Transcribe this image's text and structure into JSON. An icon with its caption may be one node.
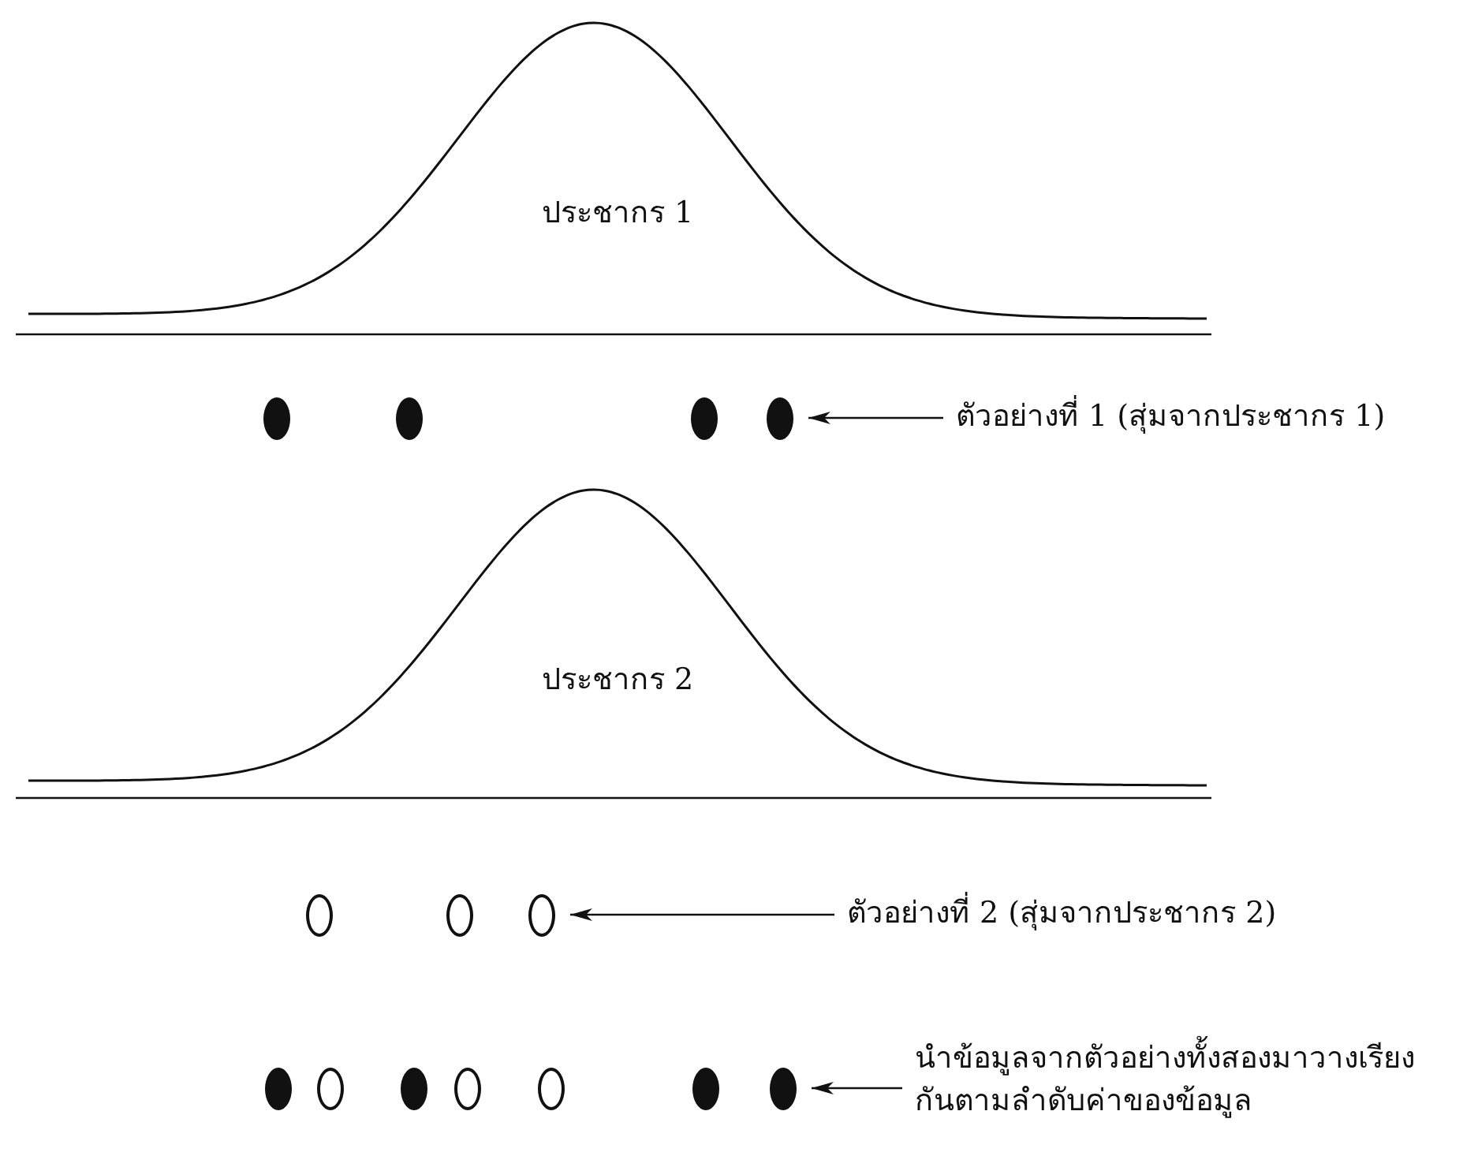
{
  "diagram": {
    "nodes": [
      {
        "text": [
          "ประชากร 1"
        ]
      },
      {
        "text": [],
        "shape": "dot"
      },
      {
        "text": [],
        "shape": "dot"
      },
      {
        "text": [],
        "shape": "dot"
      },
      {
        "text": [],
        "shape": "dot"
      },
      {
        "text": [
          "ตัวอย่างที่ 1 (สุ่มจากประชากร 1)"
        ]
      },
      {
        "text": [
          "ประชากร 2"
        ]
      },
      {
        "text": [],
        "shape": "circle"
      },
      {
        "text": [],
        "shape": "circle"
      },
      {
        "text": [],
        "shape": "circle"
      },
      {
        "text": [
          "ตัวอย่างที่ 2 (สุ่มจากประชากร 2)"
        ]
      },
      {
        "text": [],
        "shape": "dot"
      },
      {
        "text": [],
        "shape": "circle"
      },
      {
        "text": [],
        "shape": "dot"
      },
      {
        "text": [],
        "shape": "circle"
      },
      {
        "text": [],
        "shape": "circle"
      },
      {
        "text": [],
        "shape": "dot"
      },
      {
        "text": [],
        "shape": "dot"
      },
      {
        "text": [
          "นำข้อมูลจากตัวอย่างทั้งสองมาวางเรียงกันตามลำดับค่าของข้อมูล"
        ]
      }
    ],
    "edges": [
      {
        "from": 5,
        "to": 4,
        "arrow": "to"
      },
      {
        "from": 10,
        "to": 9,
        "arrow": "to"
      },
      {
        "from": 18,
        "to": 17,
        "arrow": "to"
      }
    ]
  }
}
